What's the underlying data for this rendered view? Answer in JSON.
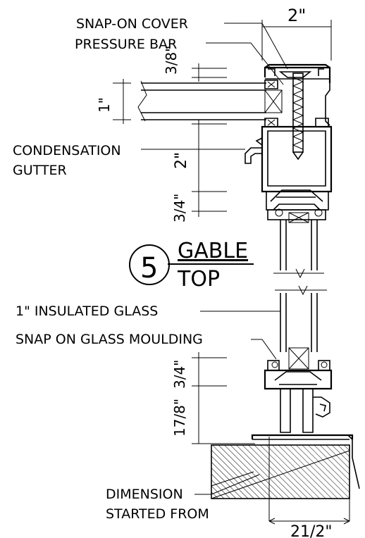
{
  "labels": {
    "snap_on_cover": "SNAP-ON COVER",
    "pressure_bar": "PRESSURE BAR",
    "condensation": "CONDENSATION",
    "gutter": "GUTTER",
    "insulated_glass": "1\" INSULATED GLASS",
    "glass_moulding": "SNAP ON GLASS MOULDING",
    "dimension": "DIMENSION",
    "started_from": "STARTED FROM"
  },
  "dimensions": {
    "top_width": "2\"",
    "three_eighths": "3/8\"",
    "one_inch": "1\"",
    "two_inch": "2\"",
    "three_quarter_upper": "3/4\"",
    "three_quarter_lower": "3/4\"",
    "one_seven_eighths": "17/8\"",
    "bottom_width": "21/2\""
  },
  "callout": {
    "number": "5",
    "title_top": "GABLE",
    "title_bottom": "TOP"
  }
}
